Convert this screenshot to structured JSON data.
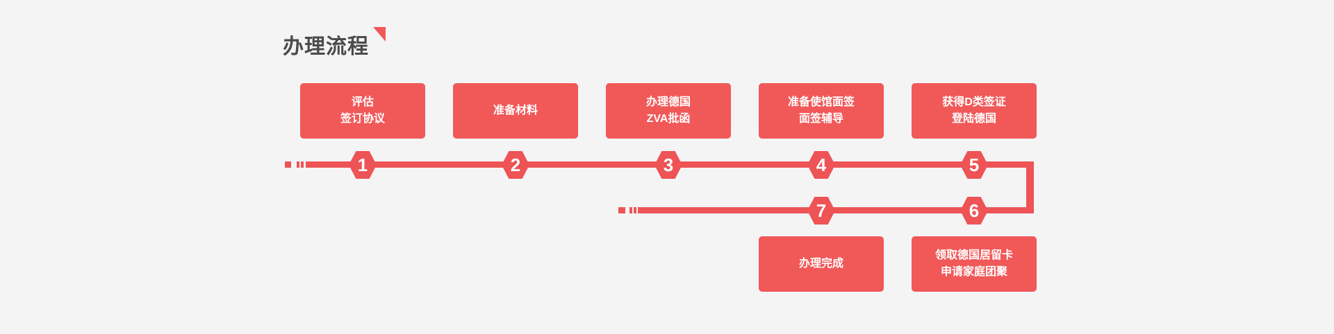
{
  "page": {
    "background_color": "#f4f4f5",
    "box_color": "#f15858",
    "line_color": "#ee5355",
    "title_color": "#4b4b4d",
    "text_color": "#ffffff"
  },
  "header": {
    "title": "办理流程",
    "corner_icon": "folded-corner-triangle"
  },
  "flow": {
    "top_steps": [
      {
        "num": "1",
        "label": "评估\n签订协议"
      },
      {
        "num": "2",
        "label": "准备材料"
      },
      {
        "num": "3",
        "label": "办理德国\nZVA批函"
      },
      {
        "num": "4",
        "label": "准备使馆面签\n面签辅导"
      },
      {
        "num": "5",
        "label": "获得D类签证\n登陆德国"
      }
    ],
    "bottom_steps": [
      {
        "num": "6",
        "label": "领取德国居留卡\n申请家庭团聚"
      },
      {
        "num": "7",
        "label": "办理完成"
      }
    ]
  }
}
